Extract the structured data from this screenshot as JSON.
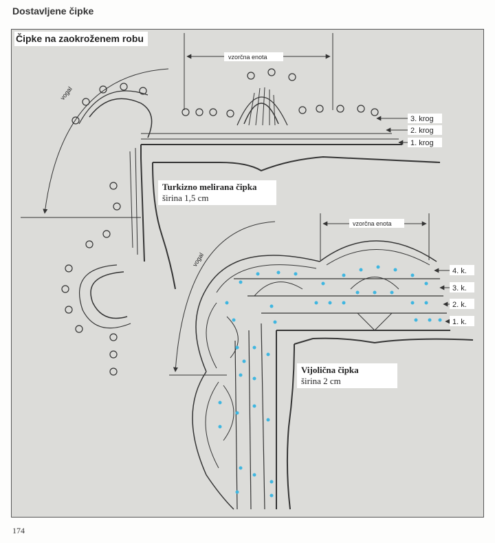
{
  "page": {
    "heading": "Dostavljene čipke",
    "page_number": "174"
  },
  "panel": {
    "title": "Čipke na zaokroženem robu"
  },
  "lace1": {
    "name": "Turkizno melirana čipka",
    "width": "širina 1,5 cm",
    "corner_label": "vogal",
    "repeat_label": "vzorčna enota",
    "rounds": [
      "3. krog",
      "2. krog",
      "1. krog"
    ]
  },
  "lace2": {
    "name": "Vijolična čipka",
    "width": "širina 2 cm",
    "corner_label": "vogal",
    "repeat_label": "vzorčna enota",
    "rounds": [
      "4. k.",
      "3. k.",
      "2. k.",
      "1. k."
    ]
  },
  "colors": {
    "panel_bg": "#dcdcd9",
    "ink": "#333333",
    "bead_dot": "#3fb6e0"
  }
}
